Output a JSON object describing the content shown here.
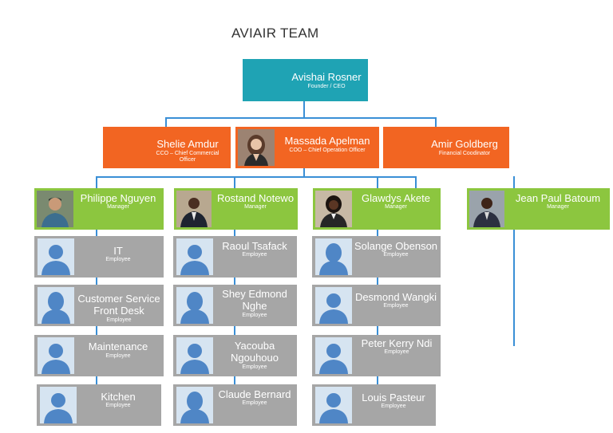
{
  "title": "AVIAIR TEAM",
  "ceo": {
    "name": "Avishai Rosner",
    "role": "Founder / CEO"
  },
  "executives": [
    {
      "name": "Shelie Amdur",
      "role": "CCO – Chief Commercial Officer"
    },
    {
      "name": "Massada Apelman",
      "role": "COO – Chief Operation Officer"
    },
    {
      "name": "Amir Goldberg",
      "role": "Financial Coodinator"
    }
  ],
  "managers": [
    {
      "name": "Philippe Nguyen",
      "role": "Manager"
    },
    {
      "name": "Rostand Notewo",
      "role": "Manager"
    },
    {
      "name": "Glawdys Akete",
      "role": "Manager"
    },
    {
      "name": "Jean Paul Batoum",
      "role": "Manager"
    }
  ],
  "teams": [
    [
      {
        "name": "IT",
        "role": "Employee"
      },
      {
        "name": "Customer Service\nFront Desk",
        "role": "Employee"
      },
      {
        "name": "Maintenance",
        "role": "Employee"
      },
      {
        "name": "Kitchen",
        "role": "Employee"
      }
    ],
    [
      {
        "name": "Raoul Tsafack",
        "role": "Employee"
      },
      {
        "name": "Shey Edmond\nNghe",
        "role": "Employee"
      },
      {
        "name": "Yacouba\nNgouhouo",
        "role": "Employee"
      },
      {
        "name": "Claude Bernard",
        "role": "Employee"
      }
    ],
    [
      {
        "name": "Solange Obenson",
        "role": "Employee"
      },
      {
        "name": "Desmond Wangki",
        "role": "Employee"
      },
      {
        "name": "Peter Kerry Ndi",
        "role": "Employee"
      },
      {
        "name": "Louis Pasteur",
        "role": "Employee"
      }
    ]
  ],
  "colors": {
    "ceo": "#1fa3b4",
    "executive": "#f26522",
    "manager": "#8cc63f",
    "employee": "#a6a6a6",
    "connector": "#3a8fd6"
  }
}
